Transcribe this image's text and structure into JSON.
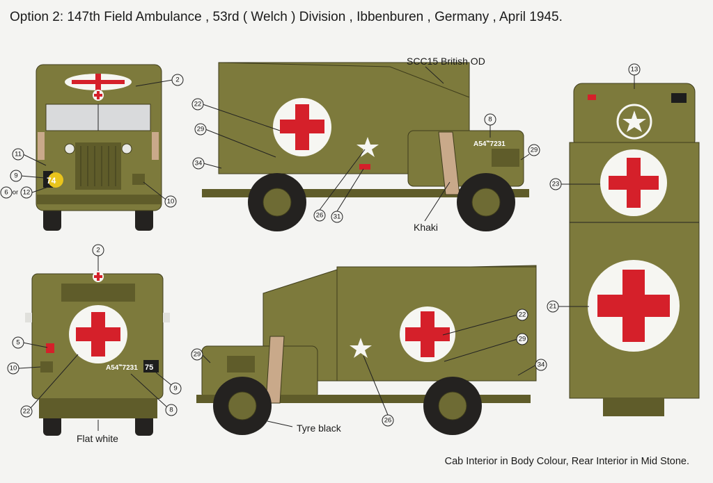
{
  "title": "Option 2: 147th Field Ambulance , 53rd ( Welch ) Division , Ibbenburen , Germany , April 1945.",
  "footer": "Cab Interior in  Body Colour,  Rear Interior in Mid Stone.",
  "labels": {
    "body_colour": "SCC15 British OD",
    "khaki": "Khaki",
    "tyre": "Tyre black",
    "flat_white": "Flat white"
  },
  "markings": {
    "registration": "A54‷7231",
    "tactical_number": "74",
    "tactical_number_rear": "75"
  },
  "callouts": {
    "front": [
      "2",
      "11",
      "9",
      "6",
      "12",
      "10"
    ],
    "side_right": [
      "22",
      "29",
      "34",
      "26",
      "31",
      "8",
      "29"
    ],
    "top": [
      "13",
      "23",
      "21"
    ],
    "rear": [
      "2",
      "5",
      "10",
      "22",
      "9",
      "8"
    ],
    "side_left": [
      "29",
      "22",
      "29",
      "34",
      "26"
    ]
  },
  "colors": {
    "olive_drab": "#7d7a3c",
    "khaki": "#c9a98a",
    "cross_red": "#d5202a",
    "tyre_black": "#242220",
    "flat_white": "#f6f6f2"
  }
}
